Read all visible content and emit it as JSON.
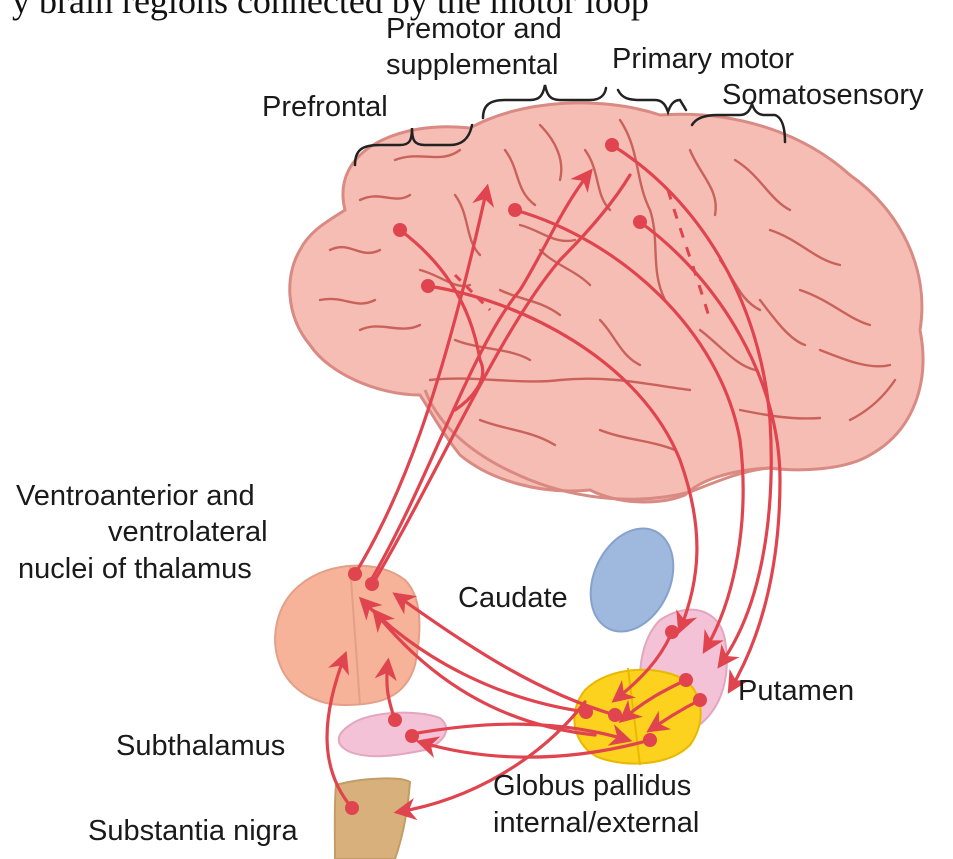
{
  "header_fragment": "y brain regions connected by the motor loop",
  "labels": {
    "prefrontal": "Prefrontal",
    "premotor_line1": "Premotor and",
    "premotor_line2": "supplemental",
    "primary_motor": "Primary motor",
    "somatosensory": "Somatosensory",
    "thalamus_line1": "Ventroanterior and",
    "thalamus_line2": "ventrolateral",
    "thalamus_line3": "nuclei of thalamus",
    "caudate": "Caudate",
    "putamen": "Putamen",
    "subthalamus": "Subthalamus",
    "globus_line1": "Globus pallidus",
    "globus_line2": "internal/external",
    "substantia_nigra": "Substantia nigra"
  },
  "colors": {
    "brain_fill": "#f6bdb4",
    "brain_stroke": "#d98a82",
    "sulci": "#c9625b",
    "pathway": "#e0444e",
    "thalamus": "#f6b39a",
    "caudate": "#9fb8dd",
    "putamen": "#f4c2d6",
    "globus_pallidus": "#fcd21e",
    "subthalamus": "#f4c2d6",
    "substantia_nigra": "#d7b07c",
    "label_text": "#1a1a1a",
    "brace": "#222222"
  }
}
